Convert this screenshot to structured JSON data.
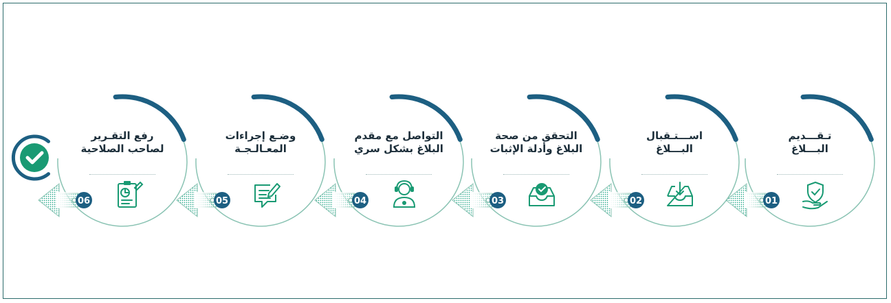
{
  "colors": {
    "navy": "#1d5f82",
    "green": "#199a73",
    "ring": "#8ac3b3",
    "text": "#1c2e3a",
    "border": "#2b6b6b"
  },
  "steps": [
    {
      "number": "01",
      "title_line1": "تـقـــديم",
      "title_line2": "البـــلاغ",
      "icon": "shield-hand-icon"
    },
    {
      "number": "02",
      "title_line1": "اســـتـقبال",
      "title_line2": "البـــلاغ",
      "icon": "inbox-download-icon"
    },
    {
      "number": "03",
      "title_line1": "التحقق من صحة",
      "title_line2": "البلاغ وأدلة الإثبات",
      "icon": "inbox-check-icon"
    },
    {
      "number": "04",
      "title_line1": "التواصل مع مقدم",
      "title_line2": "البلاغ بشكل سري",
      "icon": "headset-agent-icon"
    },
    {
      "number": "05",
      "title_line1": "وضـع إجراءات",
      "title_line2": "المعـالـجـة",
      "icon": "document-edit-icon"
    },
    {
      "number": "06",
      "title_line1": "رفع التقـرير",
      "title_line2": "لصاحب الصلاحية",
      "icon": "clipboard-report-icon"
    }
  ],
  "final_icon": "check-circle-icon"
}
